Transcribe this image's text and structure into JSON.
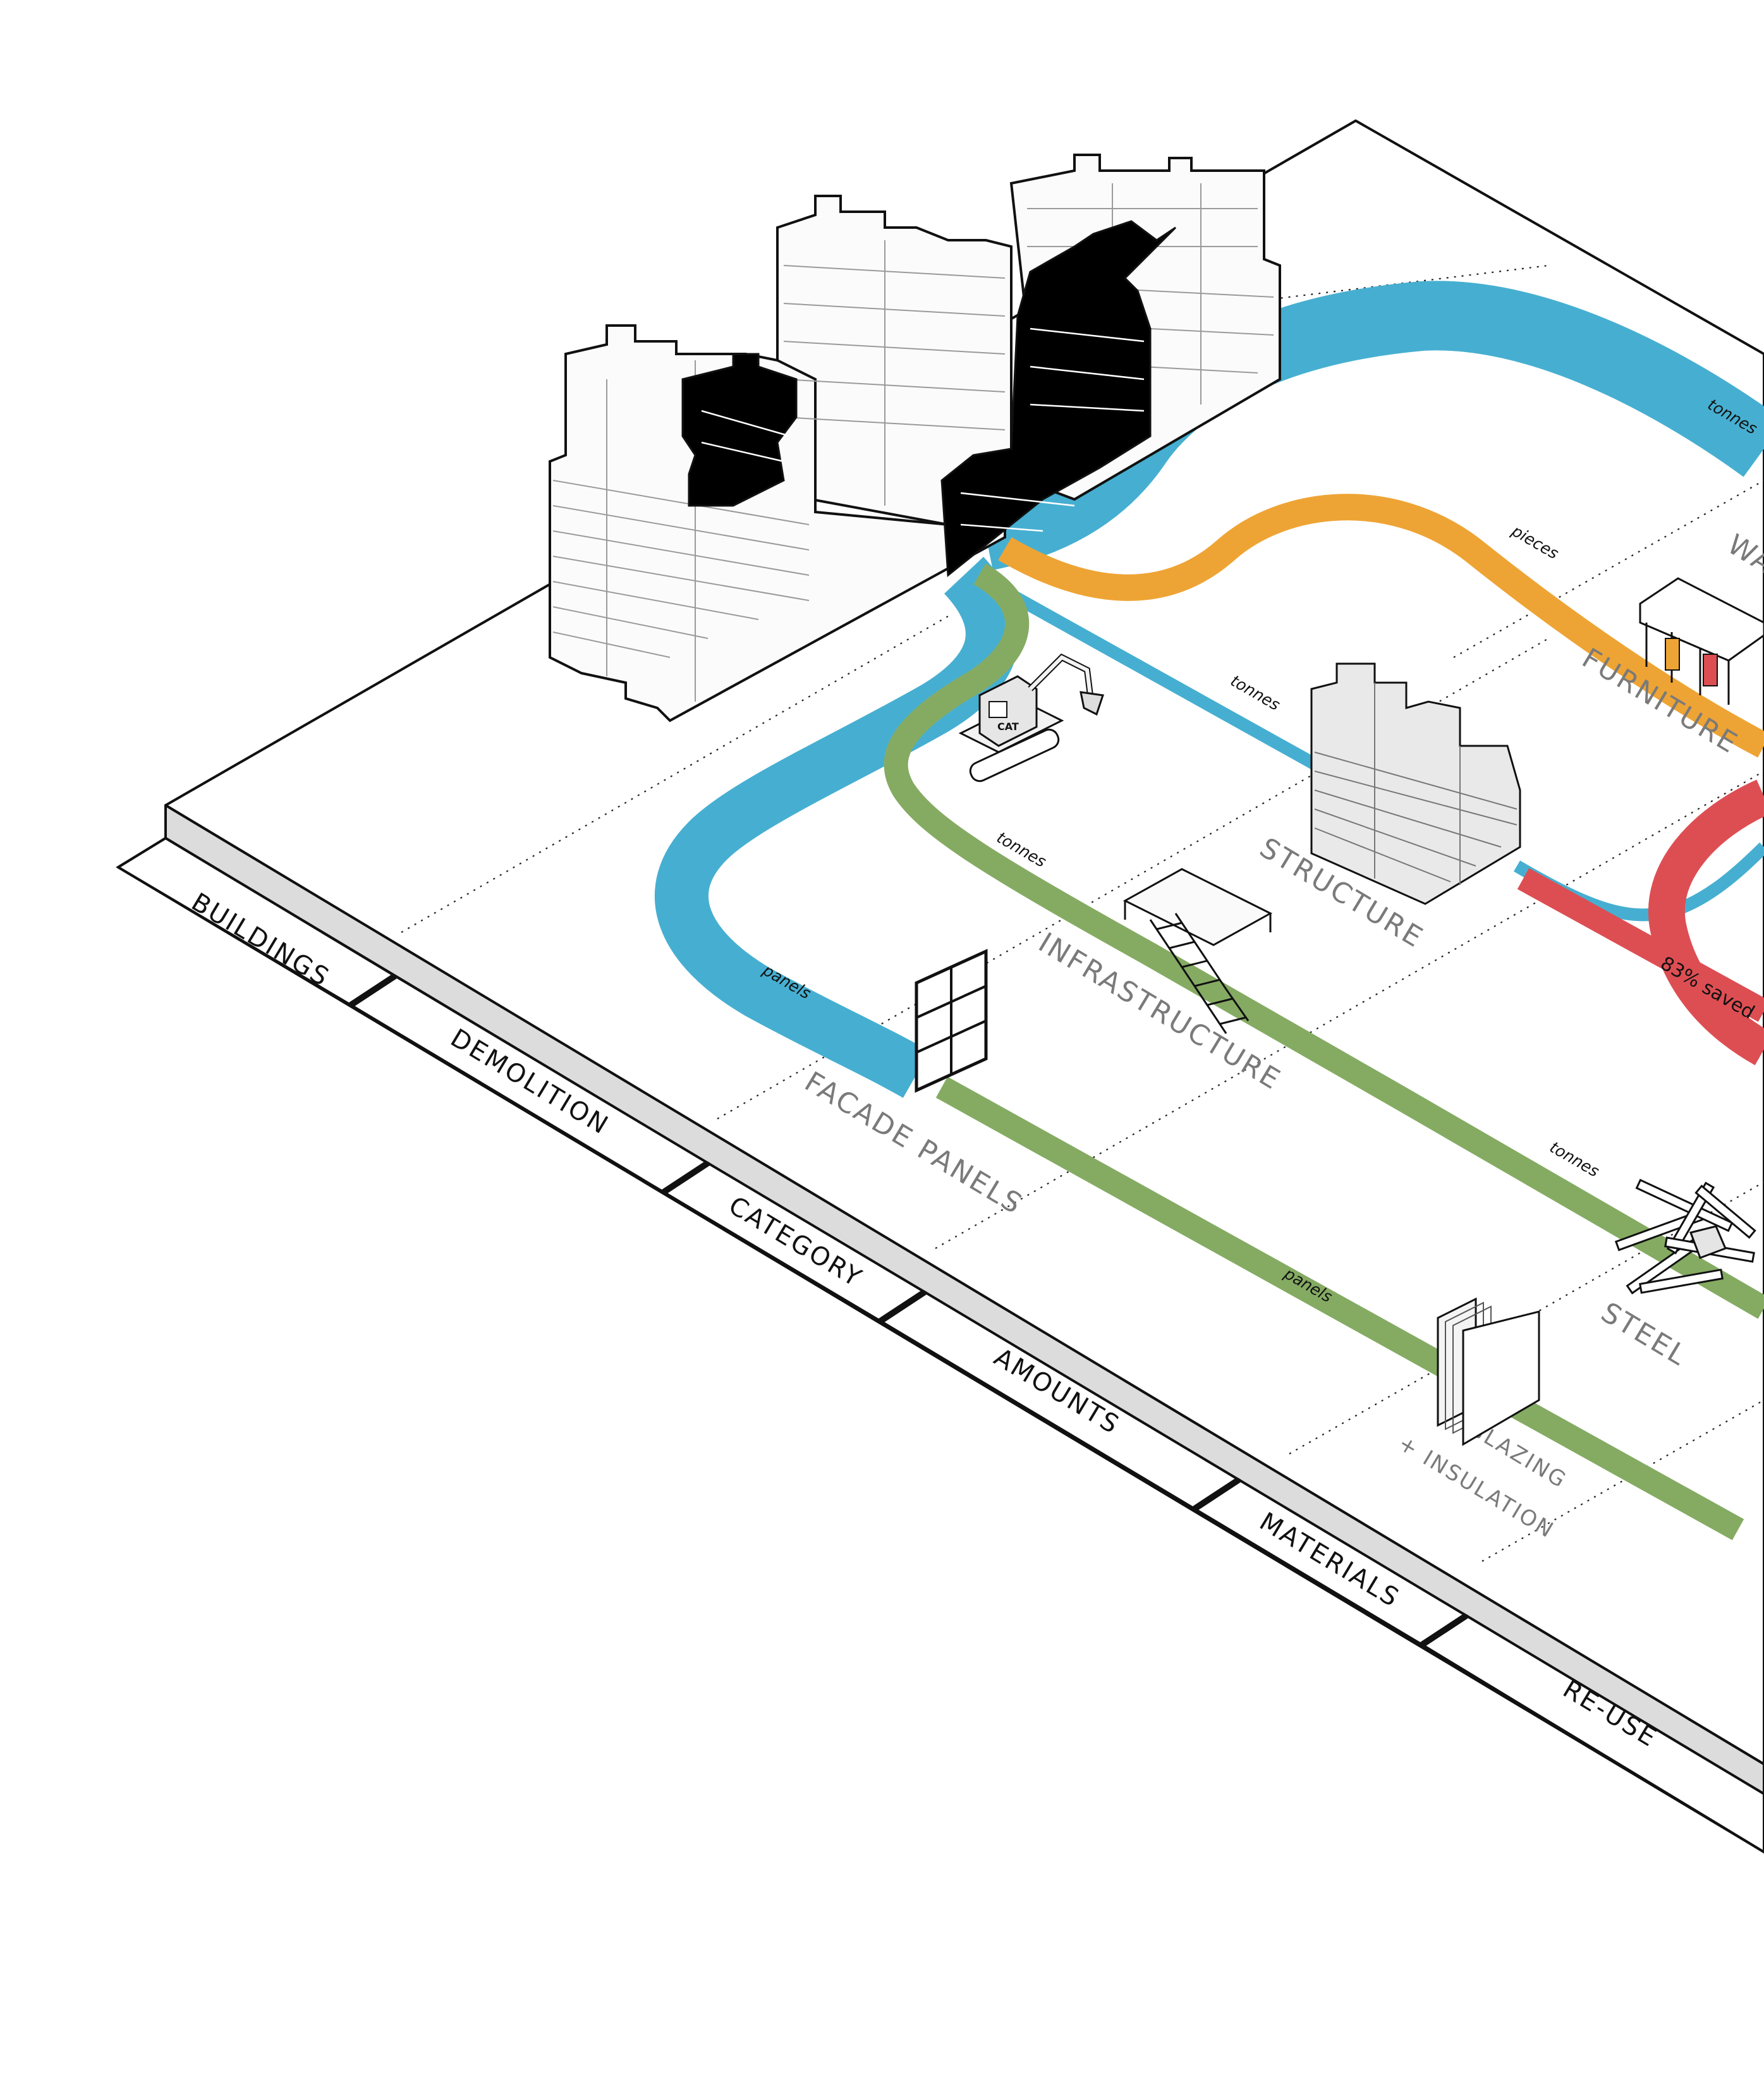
{
  "stages": {
    "buildings": "BUILDINGS",
    "demolition": "DEMOLITION",
    "category": "CATEGORY",
    "amounts": "AMOUNTS",
    "materials": "MATERIALS",
    "reuse": "RE-USE"
  },
  "categories": {
    "facade_panels": "FACADE PANELS",
    "infrastructure": "INFRASTRUCTURE",
    "structure": "STRUCTURE",
    "furniture": "FURNITURE",
    "wa": "WA"
  },
  "materials": {
    "steel": "STEEL",
    "glazing_line1": "GLAZING",
    "glazing_line2": "+ INSULATION"
  },
  "flow_units": {
    "tonnes_top": "tonnes",
    "pieces": "pieces",
    "tonnes_structure": "tonnes",
    "tonnes_infra": "tonnes",
    "panels_facade": "panels",
    "tonnes_steel": "tonnes",
    "panels_glazing": "panels"
  },
  "saved_label": "83% saved",
  "excavator_brand": "CAT",
  "colors": {
    "blue": "#46afd1",
    "orange": "#eea434",
    "green": "#85ab63",
    "red": "#dd4e53",
    "platform_side": "#dcdcdc"
  }
}
